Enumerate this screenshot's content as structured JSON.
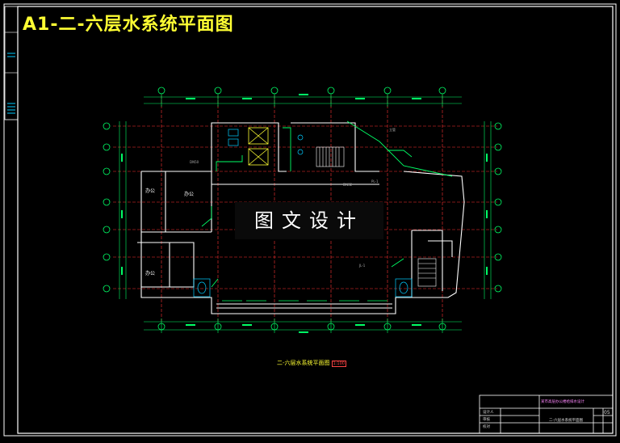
{
  "sheet": {
    "title": "A1-二-六层水系统平面图",
    "watermark": "图文设计",
    "plan_caption": "二-六层水系统平面图",
    "plan_scale": "1:100",
    "room_labels": [
      "办公",
      "办公",
      "办公"
    ],
    "colors": {
      "background": "#000000",
      "title": "#ffff33",
      "frame": "#ffffff",
      "wall": "#ffffff",
      "axis": "#ff3333",
      "dimension": "#00ff66",
      "pipe": "#00ff66"
    }
  },
  "title_block": {
    "project": "某市高层办公楼给排水设计",
    "drawing_name": "二-六层水系统平面图",
    "sheet_no": "05",
    "left_labels": [
      "设计人",
      "审核",
      "校对"
    ]
  }
}
